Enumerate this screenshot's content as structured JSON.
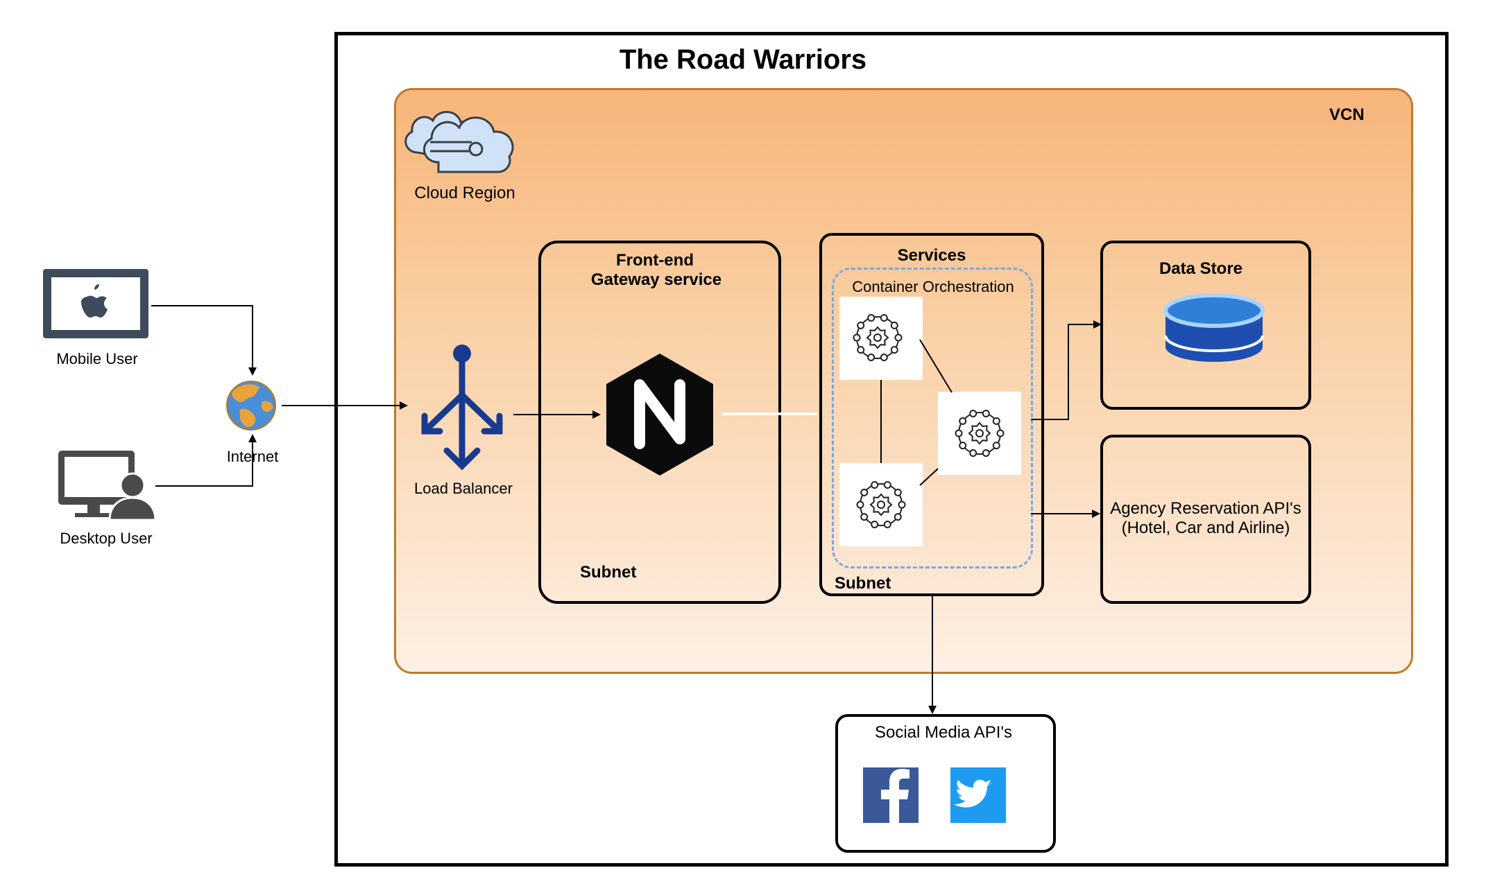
{
  "diagram": {
    "title": "The Road Warriors",
    "vcn_label": "VCN",
    "cloud_region_label": "Cloud Region",
    "nodes": {
      "mobile_user": "Mobile User",
      "desktop_user": "Desktop User",
      "internet": "Internet",
      "load_balancer": "Load Balancer"
    },
    "frontend": {
      "title_line1": "Front-end",
      "title_line2": "Gateway service",
      "subnet_label": "Subnet"
    },
    "services": {
      "title": "Services",
      "container_label": "Container Orchestration",
      "subnet_label": "Subnet"
    },
    "data_store": {
      "title": "Data Store"
    },
    "agency": {
      "line1": "Agency Reservation API's",
      "line2": "(Hotel, Car and Airline)"
    },
    "social": {
      "title": "Social Media API's"
    },
    "colors": {
      "vcn_border": "#c07a2c",
      "vcn_fill_top": "#f7b57a",
      "vcn_fill_bottom": "#fdf0e4",
      "container_dash": "#7ea6e0",
      "load_balancer_blue": "#1a3a8f",
      "facebook_blue": "#3b5998",
      "twitter_blue": "#1d9bf0",
      "database_blue": "#1e4fb0"
    },
    "icons": [
      "apple-laptop-icon",
      "desktop-user-icon",
      "globe-icon",
      "load-balancer-icon",
      "nginx-icon",
      "cloud-icon",
      "gear-icon",
      "database-icon",
      "facebook-icon",
      "twitter-icon"
    ]
  }
}
